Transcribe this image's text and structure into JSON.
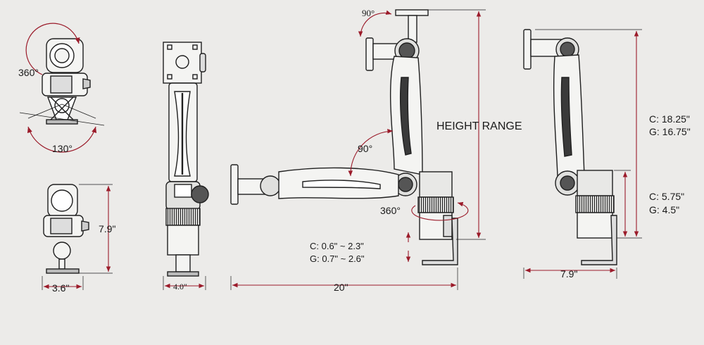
{
  "labels": {
    "rotate_top": "360°",
    "tilt": "130°",
    "height_side": "7.9\"",
    "width_front": "3.6\"",
    "width_side": "4.0\"",
    "rotate_mount": "90°",
    "height_range": "HEIGHT RANGE",
    "tilt_arm": "90°",
    "rotate_base": "360°",
    "clamp_c": "C: 0.6\" ~ 2.3\"",
    "clamp_g": "G: 0.7\" ~ 2.6\"",
    "reach": "20\"",
    "height_c": "C:    18.25\"",
    "height_g": "G: 16.75\"",
    "base_c": "C:    5.75\"",
    "base_g": "G: 4.5\"",
    "depth": "7.9\""
  },
  "colors": {
    "background": "#ecebe9",
    "line": "#1f1f1f",
    "dimension": "#9b1b2a",
    "part_fill": "#f4f4f2",
    "dark_fill": "#3a3a3a"
  }
}
